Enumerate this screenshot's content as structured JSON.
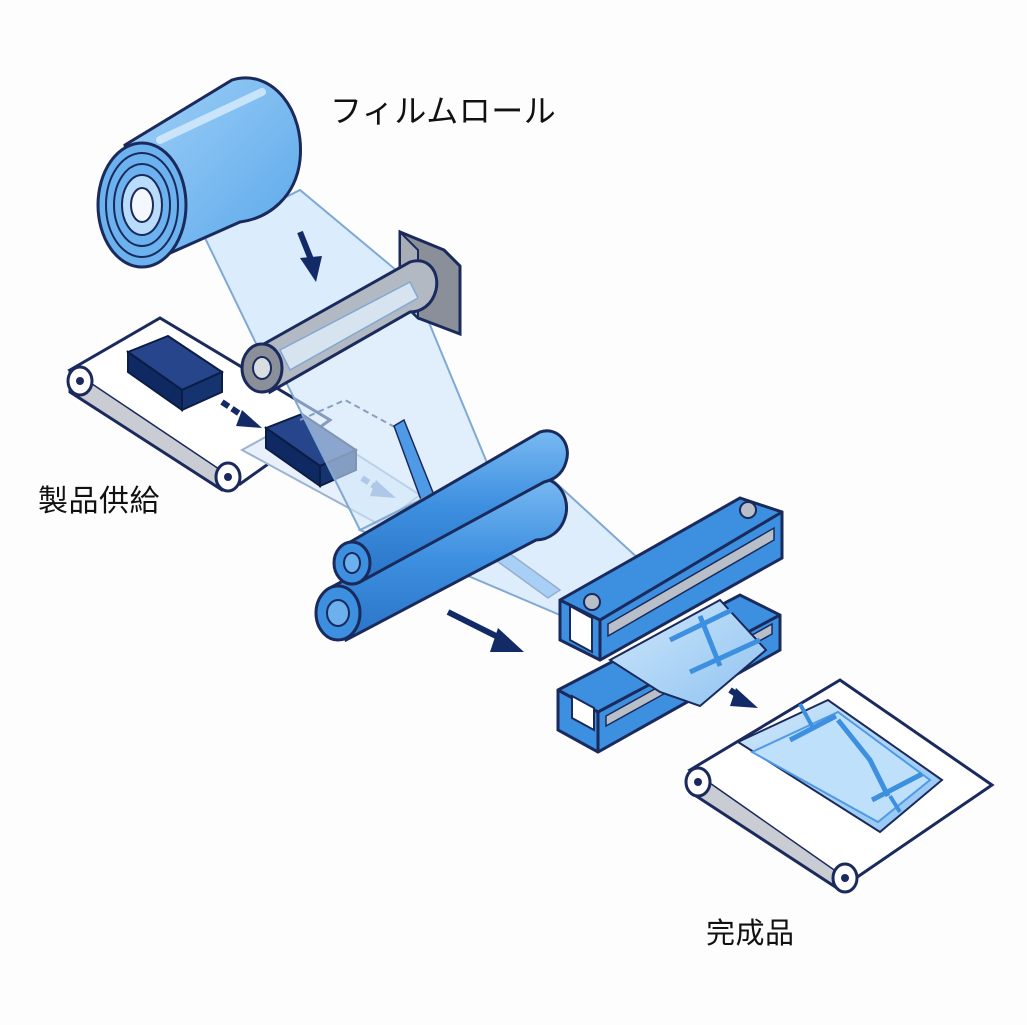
{
  "labels": {
    "film_roll": "フィルムロール",
    "product_supply": "製品供給",
    "finished_product": "完成品"
  },
  "colors": {
    "outline": "#1a2a5c",
    "blue_main": "#3d8fe0",
    "blue_light": "#9fcdf5",
    "film": "#cfe6fb",
    "film_edge": "#b9d8f4",
    "product_box": "#0f2a63",
    "arrow": "#122b66",
    "frame_gray": "#8a8f99",
    "belt_white": "#ffffff",
    "background": "#fdfdfd"
  }
}
